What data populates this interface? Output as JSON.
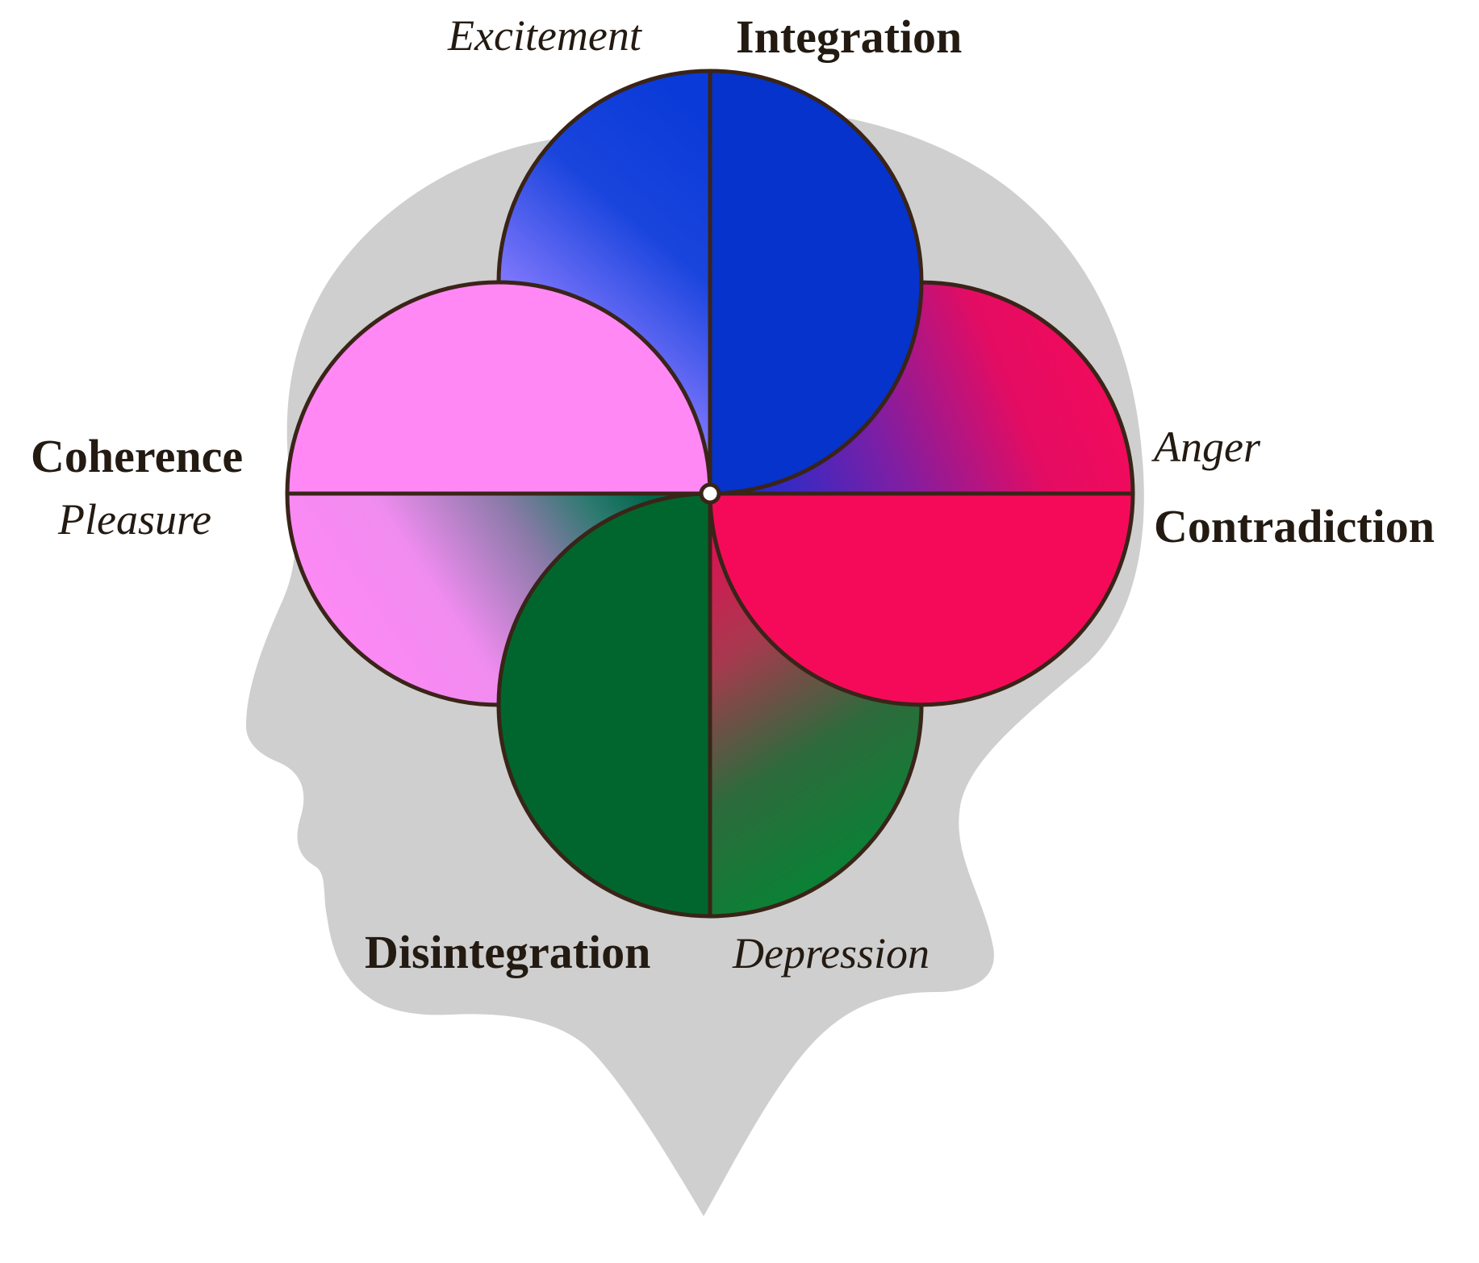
{
  "labels": {
    "integration": "Integration",
    "excitement": "Excitement",
    "coherence": "Coherence",
    "pleasure": "Pleasure",
    "contradiction": "Contradiction",
    "anger": "Anger",
    "disintegration": "Disintegration",
    "depression": "Depression"
  },
  "colors": {
    "background": "#ffffff",
    "head": "#cfcfcf",
    "outline": "#3a2418",
    "integration": "#0533cc",
    "excitement_light": "#aa88ff",
    "coherence": "#ff88f5",
    "contradiction": "#f50a5a",
    "disintegration": "#00662e",
    "depression_green": "#008833",
    "center_dot": "#ffffff"
  }
}
